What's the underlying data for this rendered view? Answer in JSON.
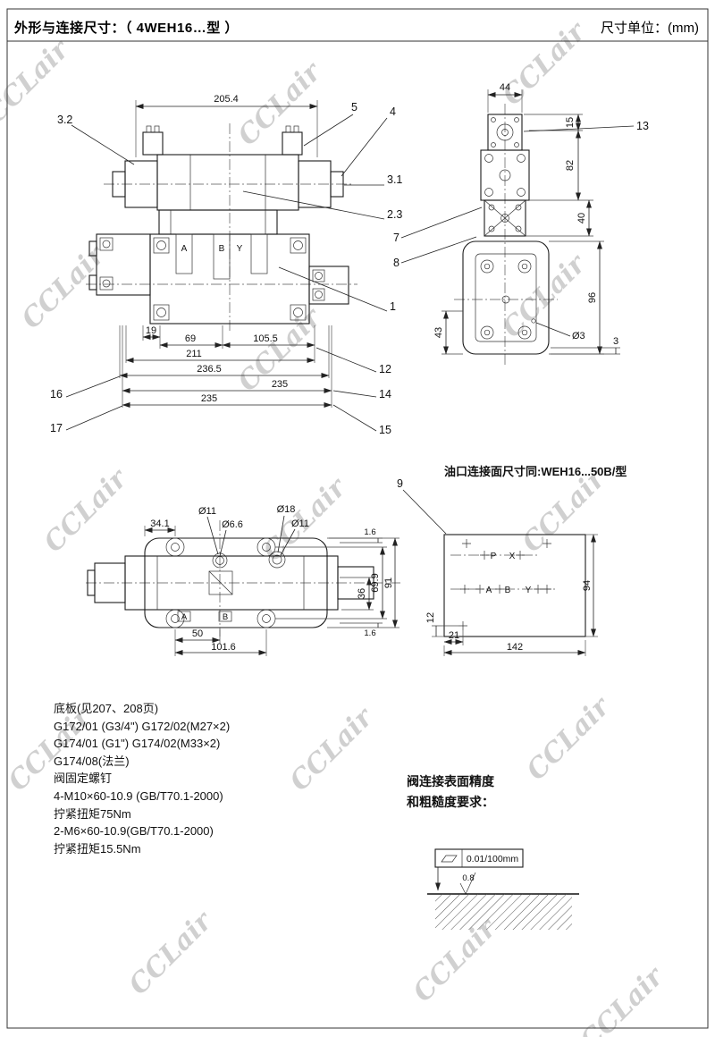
{
  "header": {
    "title": "外形与连接尺寸：（ 4WEH16…型 ）",
    "unit": "尺寸单位：(mm)"
  },
  "watermark": {
    "text": "CCLair"
  },
  "front_view": {
    "dim_205_4": "205.4",
    "callout_3_2": "3.2",
    "callout_5": "5",
    "callout_4": "4",
    "callout_3_1": "3.1",
    "callout_2_3": "2.3",
    "callout_1": "1",
    "callout_12": "12",
    "callout_14": "14",
    "callout_15": "15",
    "callout_16": "16",
    "callout_17": "17",
    "port_a": "A",
    "port_b": "B",
    "port_y": "Y",
    "dim_19": "19",
    "dim_69": "69",
    "dim_105_5": "105.5",
    "dim_211": "211",
    "dim_236_5": "236.5",
    "dim_235_a": "235",
    "dim_235_b": "235"
  },
  "side_view": {
    "dim_44": "44",
    "dim_15": "15",
    "dim_82": "82",
    "dim_40": "40",
    "dim_96": "96",
    "dim_43": "43",
    "dim_dia3": "Ø3",
    "dim_3": "3",
    "callout_13": "13",
    "callout_7": "7",
    "callout_8": "8"
  },
  "top_view": {
    "dim_34_1": "34.1",
    "dim_dia11_a": "Ø11",
    "dim_dia6_6": "Ø6.6",
    "dim_dia18": "Ø18",
    "dim_dia11_b": "Ø11",
    "dim_1_6_top": "1.6",
    "dim_69_9": "69.9",
    "dim_91": "91",
    "dim_36": "36",
    "dim_1_6_bottom": "1.6",
    "dim_50": "50",
    "dim_101_6": "101.6",
    "port_a": "A",
    "port_b": "B",
    "callout_9": "9"
  },
  "port_face": {
    "note": "油口连接面尺寸同:WEH16...50B/型",
    "label_p": "P",
    "label_x": "X",
    "label_a": "A",
    "label_b": "B",
    "label_y": "Y",
    "dim_94": "94",
    "dim_12": "12",
    "dim_21": "21",
    "dim_142": "142"
  },
  "notes": {
    "lines": [
      "底板(见207、208页)",
      "G172/01  (G3/4\")    G172/02(M27×2)",
      "G174/01  (G1\")    G174/02(M33×2)",
      "G174/08(法兰)",
      "阀固定螺钉",
      "4-M10×60-10.9  (GB/T70.1-2000)",
      "拧紧扭矩75Nm",
      "2-M6×60-10.9(GB/T70.1-2000)",
      "拧紧扭矩15.5Nm"
    ]
  },
  "surface_req": {
    "title_line1": "阀连接表面精度",
    "title_line2": "和粗糙度要求：",
    "flatness": "0.01/100mm",
    "roughness": "0.8"
  }
}
